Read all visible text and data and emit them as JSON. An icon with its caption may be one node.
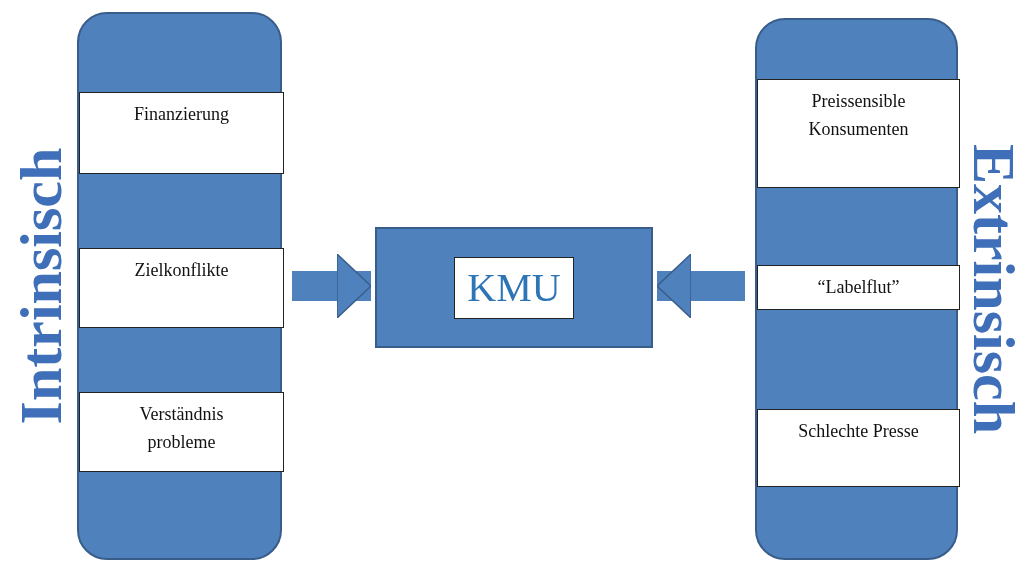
{
  "diagram": {
    "nodes": [
      {
        "text": [
          "Intrinsisch"
        ]
      },
      {
        "text": [
          "Finanzierung"
        ],
        "in": 0
      },
      {
        "text": [
          "Zielkonflikte"
        ],
        "in": 0
      },
      {
        "text": [
          "Verständnis probleme"
        ],
        "in": 0
      },
      {
        "text": [
          "KMU"
        ]
      },
      {
        "text": [
          "Extrinsisch"
        ]
      },
      {
        "text": [
          "Preissensible Konsumenten"
        ],
        "in": 5
      },
      {
        "text": [
          "“Labelflut”"
        ],
        "in": 5
      },
      {
        "text": [
          "Schlechte Presse"
        ],
        "in": 5
      }
    ],
    "edges": [
      {
        "from": 0,
        "to": 4,
        "arrow": "to"
      },
      {
        "from": 5,
        "to": 4,
        "arrow": "to"
      }
    ]
  }
}
